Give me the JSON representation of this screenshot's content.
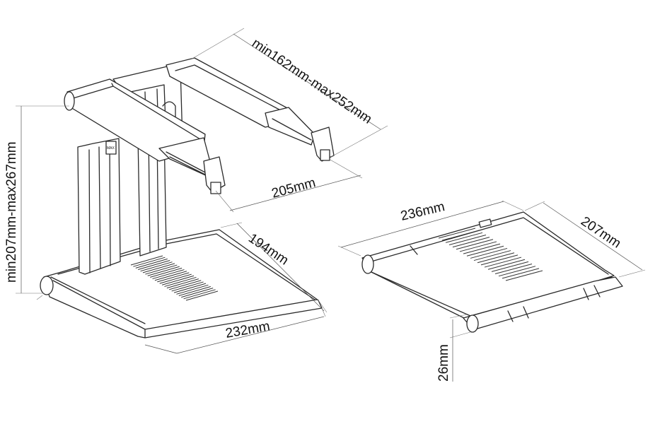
{
  "dimensions": {
    "arm_extension": "min162mm-max252mm",
    "height_range": "min207mm-max267mm",
    "arm_width": "205mm",
    "base_depth": "194mm",
    "base_width": "232mm",
    "folded_width": "236mm",
    "folded_depth": "207mm",
    "folded_height": "26mm"
  },
  "column_mark": "MAX"
}
